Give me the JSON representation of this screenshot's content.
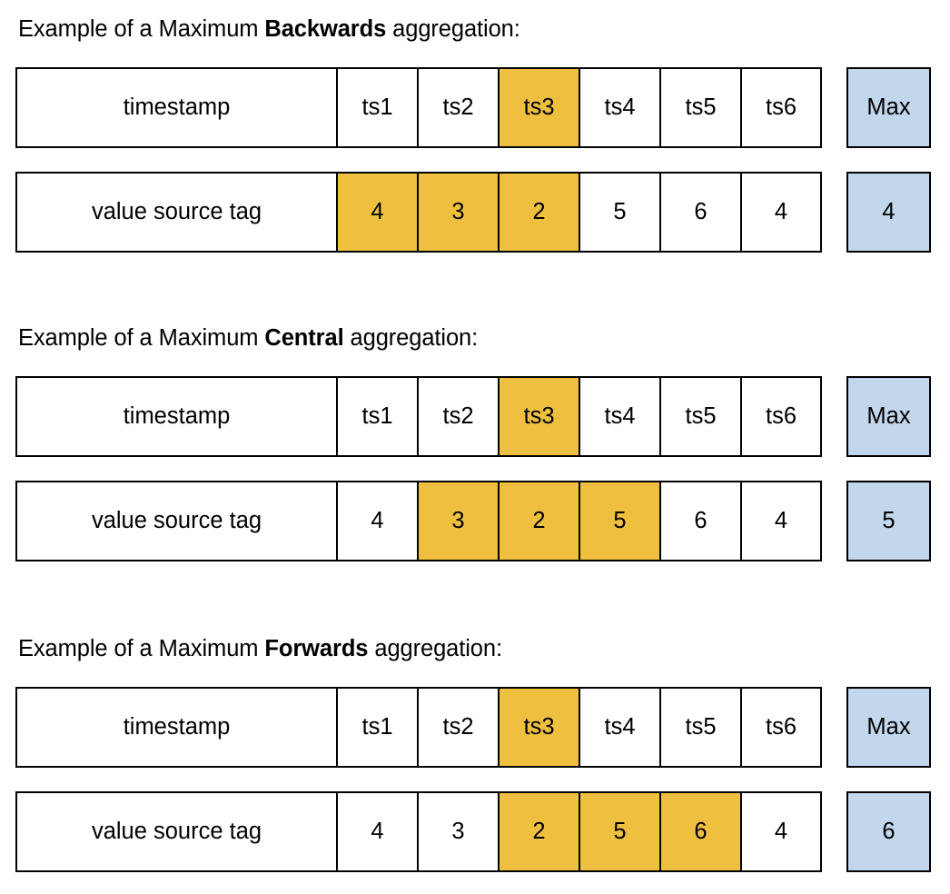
{
  "colors": {
    "highlight_orange": "#efc040",
    "max_blue": "#c2d6ec",
    "border": "#000000",
    "background": "#ffffff",
    "text": "#000000"
  },
  "row_labels": {
    "timestamp": "timestamp",
    "value_source_tag": "value source tag"
  },
  "max_header_label": "Max",
  "sections": [
    {
      "title_prefix": "Example of a Maximum ",
      "title_strong": "Backwards",
      "title_suffix": " aggregation:",
      "timestamps": [
        "ts1",
        "ts2",
        "ts3",
        "ts4",
        "ts5",
        "ts6"
      ],
      "timestamp_highlight": [
        false,
        false,
        true,
        false,
        false,
        false
      ],
      "values": [
        "4",
        "3",
        "2",
        "5",
        "6",
        "4"
      ],
      "value_highlight": [
        true,
        true,
        true,
        false,
        false,
        false
      ],
      "max": "4"
    },
    {
      "title_prefix": "Example of a Maximum ",
      "title_strong": "Central",
      "title_suffix": " aggregation:",
      "timestamps": [
        "ts1",
        "ts2",
        "ts3",
        "ts4",
        "ts5",
        "ts6"
      ],
      "timestamp_highlight": [
        false,
        false,
        true,
        false,
        false,
        false
      ],
      "values": [
        "4",
        "3",
        "2",
        "5",
        "6",
        "4"
      ],
      "value_highlight": [
        false,
        true,
        true,
        true,
        false,
        false
      ],
      "max": "5"
    },
    {
      "title_prefix": "Example of a Maximum ",
      "title_strong": "Forwards",
      "title_suffix": " aggregation:",
      "timestamps": [
        "ts1",
        "ts2",
        "ts3",
        "ts4",
        "ts5",
        "ts6"
      ],
      "timestamp_highlight": [
        false,
        false,
        true,
        false,
        false,
        false
      ],
      "values": [
        "4",
        "3",
        "2",
        "5",
        "6",
        "4"
      ],
      "value_highlight": [
        false,
        false,
        true,
        true,
        true,
        false
      ],
      "max": "6"
    }
  ]
}
